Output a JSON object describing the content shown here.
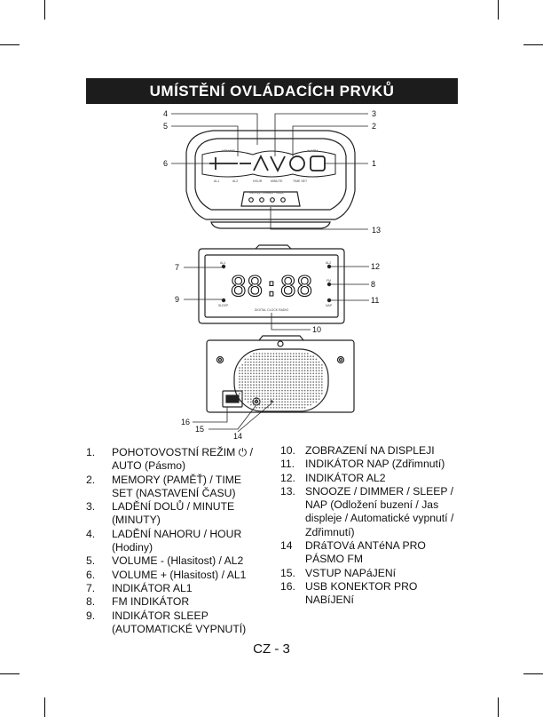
{
  "title": "UMÍSTĚNÍ OVLÁDACÍCH PRVKŮ",
  "callouts": {
    "top": [
      "4",
      "5",
      "3",
      "2",
      "6",
      "1",
      "13"
    ],
    "front": [
      "7",
      "9",
      "12",
      "8",
      "11",
      "10"
    ],
    "back": [
      "16",
      "15",
      "14"
    ]
  },
  "device_labels": {
    "top_panel": [
      "VOLUME",
      "AL1",
      "AL2",
      "HOUR",
      "MINUTE",
      "TIME SET",
      "ALARM",
      "SNOOZE / DIMMER / SLEEP"
    ],
    "display_digits": "88:88",
    "display_brand": "DIGITAL CLOCK RADIO",
    "display_small": [
      "AL1",
      "AL2",
      "FM",
      "NAP",
      "SLEEP"
    ]
  },
  "left_items": [
    {
      "num": "1.",
      "text": "POHOTOVOSTNÍ REŽIM ⏻ / AUTO (Pásmo)"
    },
    {
      "num": "2.",
      "text": "MEMORY (PAMĚŤ) / TIME SET (NASTAVENÍ ČASU)"
    },
    {
      "num": "3.",
      "text": "LADĚNÍ DOLŮ / MINUTE (MINUTY)"
    },
    {
      "num": "4.",
      "text": "LADĚNÍ NAHORU / HOUR (Hodiny)"
    },
    {
      "num": "5.",
      "text": "VOLUME - (Hlasitost) / AL2"
    },
    {
      "num": "6.",
      "text": "VOLUME + (Hlasitost) / AL1"
    },
    {
      "num": "7.",
      "text": "INDIKÁTOR AL1"
    },
    {
      "num": "8.",
      "text": "FM INDIKÁTOR"
    },
    {
      "num": "9.",
      "text": "INDIKÁTOR SLEEP (AUTOMATICKÉ VYPNUTÍ)"
    }
  ],
  "right_items": [
    {
      "num": "10.",
      "text": "ZOBRAZENÍ NA DISPLEJI"
    },
    {
      "num": "11.",
      "text": "INDIKÁTOR NAP (Zdřimnutí)"
    },
    {
      "num": "12.",
      "text": "INDIKÁTOR AL2"
    },
    {
      "num": "13.",
      "text": "SNOOZE / DIMMER / SLEEP / NAP (Odložení buzení / Jas displeje / Automatické vypnutí / Zdřimnutí)"
    },
    {
      "num": "14",
      "text": "DRáTOVá ANTéNA PRO PÁSMO FM"
    },
    {
      "num": "15.",
      "text": "VSTUP NAPáJENí"
    },
    {
      "num": "16.",
      "text": "USB KONEKTOR PRO NABíJENí"
    }
  ],
  "page_number": "CZ - 3"
}
